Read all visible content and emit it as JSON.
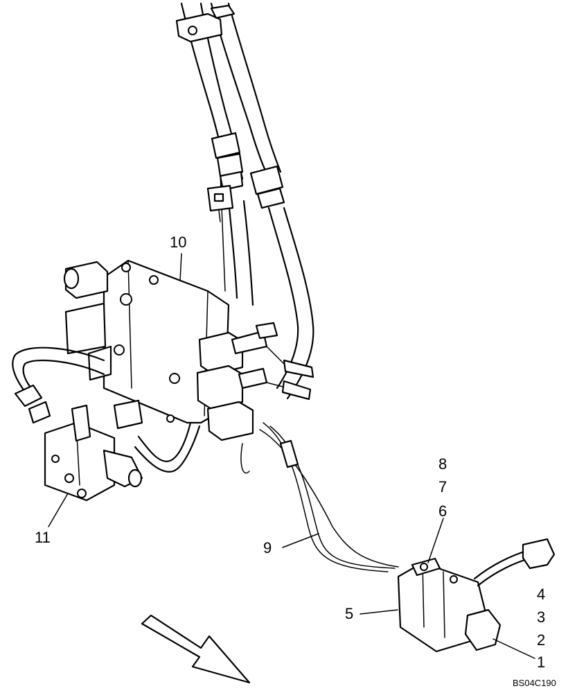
{
  "callouts": {
    "c1": "1",
    "c2": "2",
    "c3": "3",
    "c4": "4",
    "c5": "5",
    "c6": "6",
    "c7": "7",
    "c8": "8",
    "c9": "9",
    "c10": "10",
    "c11": "11"
  },
  "drawing_reference": "BS04C190"
}
